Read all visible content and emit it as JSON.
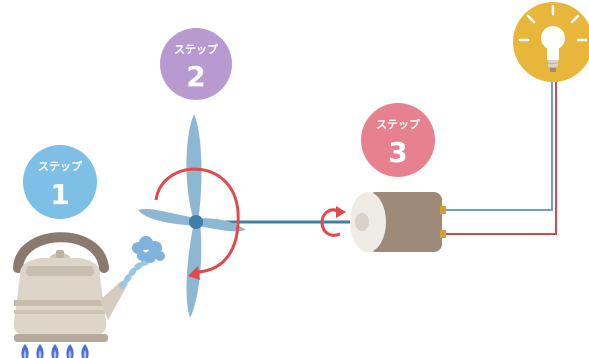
{
  "steps": [
    {
      "label": "ステップ",
      "number": "1",
      "color": "#7dbfe6"
    },
    {
      "label": "ステップ",
      "number": "2",
      "color": "#b99ad0"
    },
    {
      "label": "ステップ",
      "number": "3",
      "color": "#e8818f"
    }
  ],
  "colors": {
    "kettle_body": "#ddd5c8",
    "kettle_handle": "#8a7a6e",
    "flame": "#4a6fd8",
    "steam": "#7fb3dc",
    "turbine_blade": "#8db7d2",
    "rotation_arrow": "#e04a4a",
    "shaft": "#3f7fa7",
    "generator_body": "#9e8a78",
    "generator_cap": "#efece6",
    "wire_blue": "#6f9fc6",
    "wire_red": "#d24a4a",
    "bulb_circle": "#e8b63a"
  },
  "icons": [
    "kettle-icon",
    "flame-icon",
    "steam-icon",
    "turbine-icon",
    "rotation-arrow-icon",
    "generator-icon",
    "lightbulb-icon"
  ]
}
